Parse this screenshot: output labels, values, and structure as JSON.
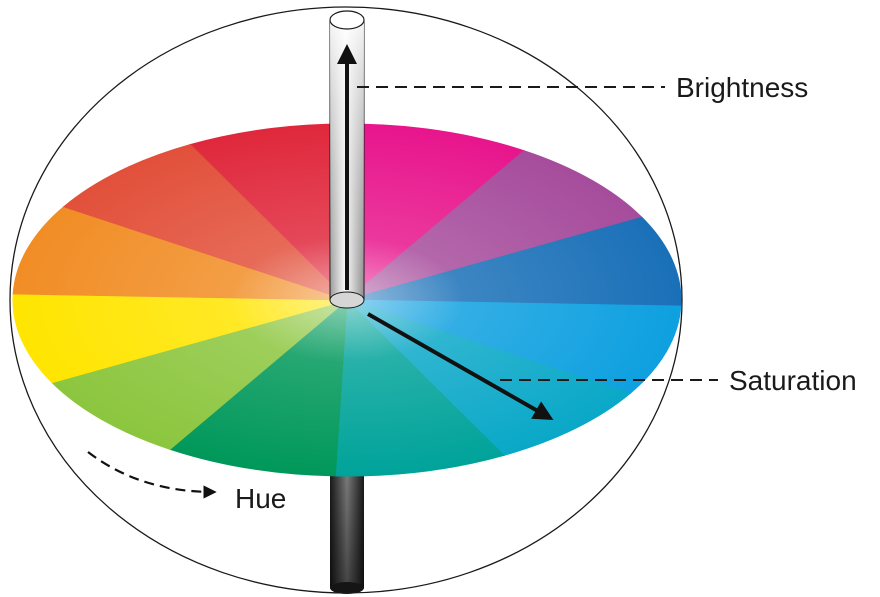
{
  "labels": {
    "brightness": "Brightness",
    "saturation": "Saturation",
    "hue": "Hue"
  },
  "hue_wheel": {
    "sectors": [
      {
        "name": "red",
        "color": "#e0283c"
      },
      {
        "name": "magenta",
        "color": "#e8158c"
      },
      {
        "name": "violet",
        "color": "#a64c9c"
      },
      {
        "name": "blue",
        "color": "#1a70b8"
      },
      {
        "name": "sky-blue",
        "color": "#0ea0e0"
      },
      {
        "name": "cyan",
        "color": "#0aa8c8"
      },
      {
        "name": "teal",
        "color": "#00a39a"
      },
      {
        "name": "green",
        "color": "#00985a"
      },
      {
        "name": "yellow-green",
        "color": "#8cc63e"
      },
      {
        "name": "yellow",
        "color": "#ffe500"
      },
      {
        "name": "orange",
        "color": "#f18d25"
      },
      {
        "name": "red-orange",
        "color": "#e2503a"
      }
    ]
  },
  "colors": {
    "outline": "#1a1a1a",
    "axis_light": "#f4f4f4",
    "axis_dark": "#2a2a2a"
  }
}
